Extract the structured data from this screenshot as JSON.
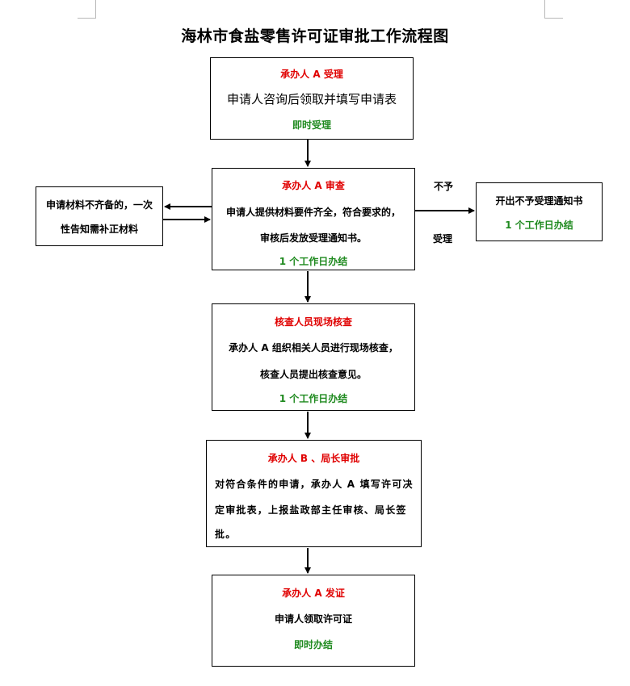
{
  "title": "海林市食盐零售许可证审批工作流程图",
  "steps": {
    "s1": {
      "role": "承办人 A 受理",
      "text": "申请人咨询后领取并填写申请表",
      "time": "即时受理"
    },
    "s2": {
      "role": "承办人 A 审查",
      "line1": "申请人提供材料要件齐全，符合要求的，",
      "line2": "审核后发放受理通知书。",
      "time": "1 个工作日办结"
    },
    "s3": {
      "role": "核查人员现场核查",
      "line1": "承办人 A 组织相关人员进行现场核查，",
      "line2": "核查人员提出核查意见。",
      "time": "1 个工作日办结"
    },
    "s4": {
      "role": "承办人 B 、局长审批",
      "line1": "对符合条件的申请，承办人 A 填写许可决",
      "line2": "定审批表，上报盐政部主任审核、局长签",
      "line3": "批。"
    },
    "s5": {
      "role": "承办人 A 发证",
      "text": "申请人领取许可证",
      "time": "即时办结"
    }
  },
  "side_left": {
    "line1": "申请材料不齐备的，一次",
    "line2": "性告知需补正材料"
  },
  "side_right": {
    "line1": "开出不予受理通知书",
    "time": "1 个工作日办结"
  },
  "reject_label": {
    "top": "不予",
    "bottom": "受理"
  },
  "colors": {
    "role": "#e00000",
    "time": "#1f8a1f"
  }
}
